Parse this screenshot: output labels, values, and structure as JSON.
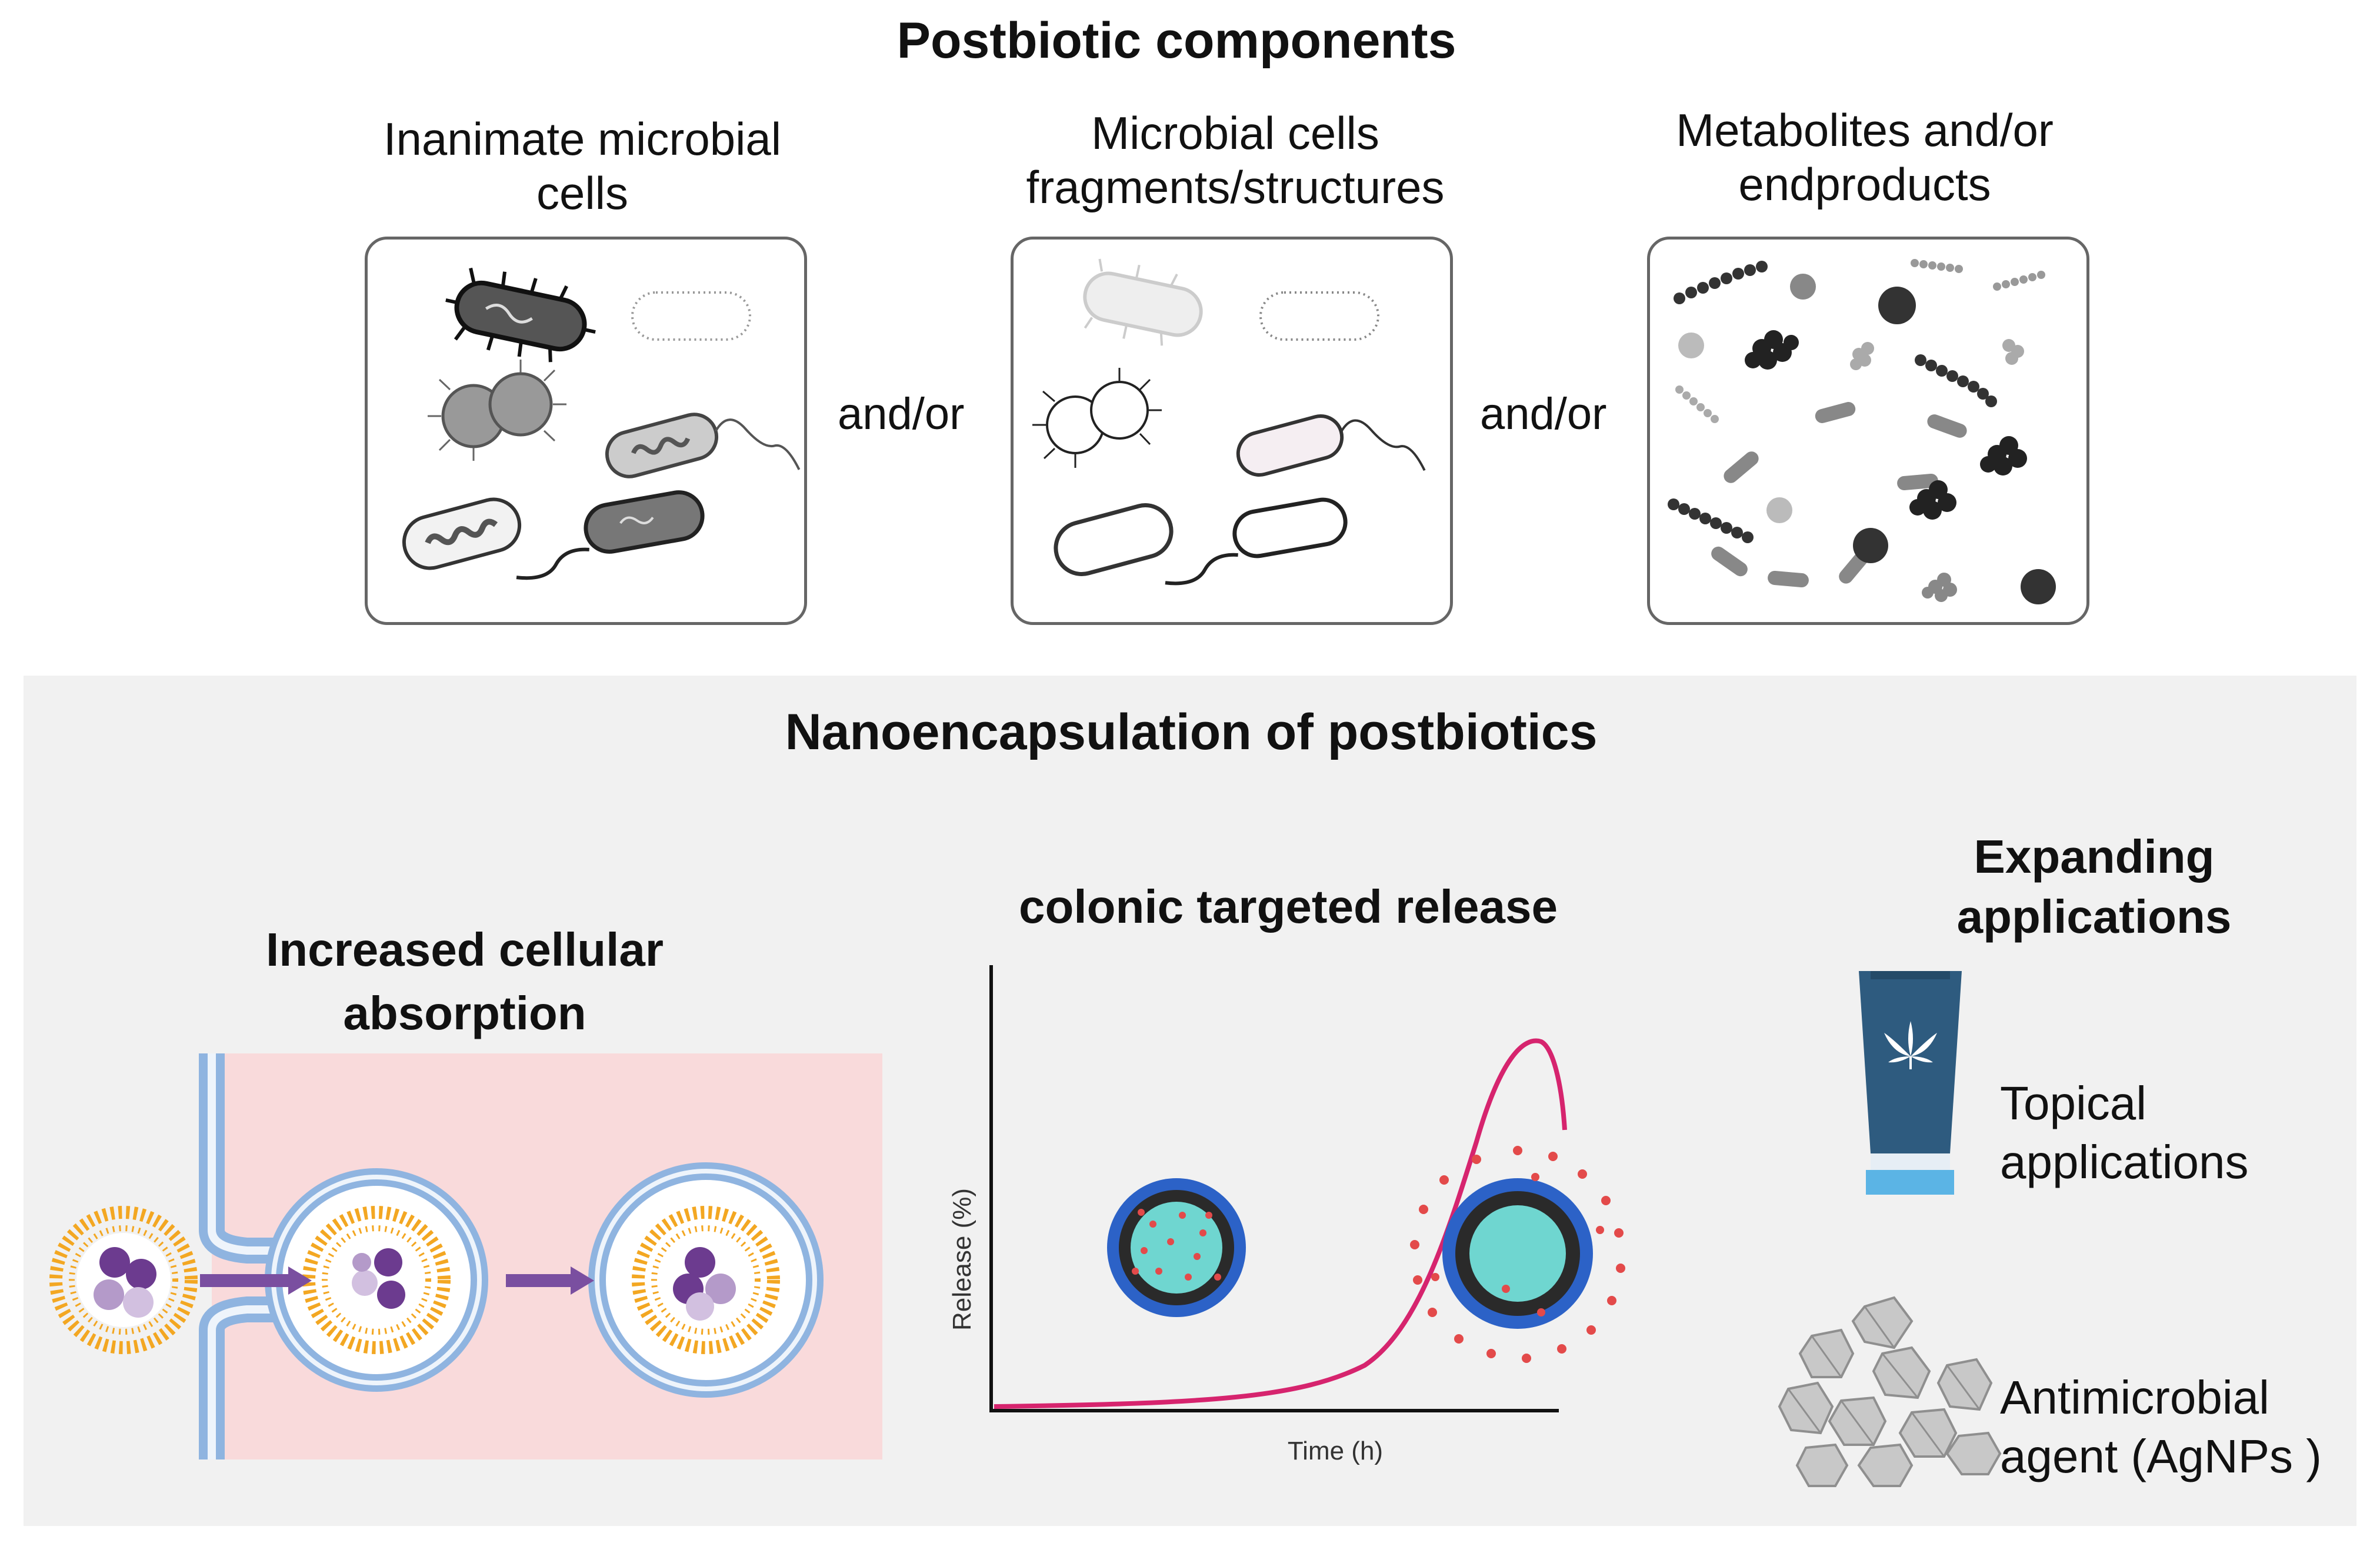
{
  "top": {
    "title": "Postbiotic components",
    "categories": [
      {
        "label": "Inanimate microbial cells"
      },
      {
        "label": "Microbial cells fragments/structures"
      },
      {
        "label": "Metabolites and/or endproducts"
      }
    ],
    "connector": "and/or"
  },
  "bottom": {
    "title": "Nanoencapsulation of postbiotics",
    "absorption": {
      "title": "Increased cellular absorption"
    },
    "release": {
      "title": "colonic targeted release",
      "ylabel": "Release (%)",
      "xlabel": "Time (h)"
    },
    "applications": {
      "title": "Expanding applications",
      "items": [
        {
          "label": "Topical applications",
          "icon": "lotion-tube-icon"
        },
        {
          "label": "Antimicrobial agent (AgNPs )",
          "icon": "silver-nanoparticles-icon"
        }
      ]
    }
  },
  "colors": {
    "release_curve": "#d6246e",
    "absorption_bg": "#f9dadb",
    "membrane": "#8fb4e0",
    "arrow": "#7a4fa0",
    "liposome_head": "#f3a722",
    "tube": "#2e5b7f"
  }
}
